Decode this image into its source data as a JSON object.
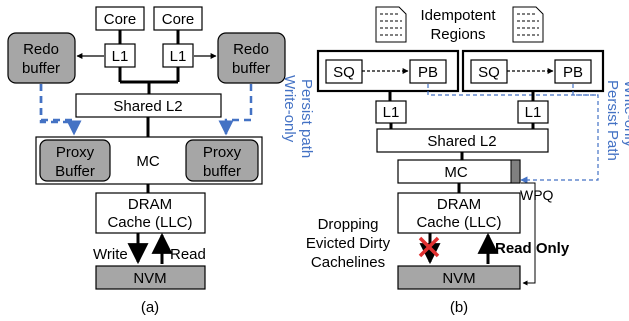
{
  "figure_a": {
    "cores": [
      "Core",
      "Core"
    ],
    "l1": [
      "L1",
      "L1"
    ],
    "redo_buffers": [
      "Redo\nbuffer",
      "Redo\nbuffer"
    ],
    "shared_l2": "Shared L2",
    "mc": "MC",
    "proxy_buffers": [
      "Proxy\nBuffer",
      "Proxy\nbuffer"
    ],
    "persist_path": "Write-only\nPersist path",
    "dram": "DRAM\nCache (LLC)",
    "write_label": "Write",
    "read_label": "Read",
    "nvm": "NVM",
    "caption": "(a)"
  },
  "figure_b": {
    "idempotent": "Idempotent\nRegions",
    "sq": [
      "SQ",
      "SQ"
    ],
    "pb": [
      "PB",
      "PB"
    ],
    "l1": [
      "L1",
      "L1"
    ],
    "shared_l2": "Shared L2",
    "mc": "MC",
    "wpq": "WPQ",
    "persist_path": "Write-only\nPersist Path",
    "dram": "DRAM\nCache (LLC)",
    "dropping": "Dropping\nEvicted Dirty\nCachelines",
    "read_only": "Read Only",
    "nvm": "NVM",
    "caption": "(b)"
  },
  "colors": {
    "gray_fill": "#a6a6a6",
    "dark_gray": "#808080",
    "blue": "#4472c4",
    "red": "#e03030"
  }
}
